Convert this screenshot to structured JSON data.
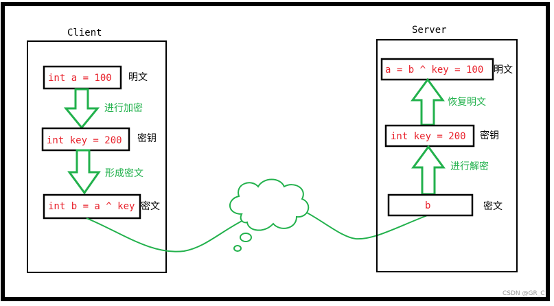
{
  "client": {
    "title": "Client",
    "plain_box": "int a = 100",
    "plain_label": "明文",
    "step1_label": "进行加密",
    "key_box": "int key = 200",
    "key_label": "密钥",
    "step2_label": "形成密文",
    "cipher_box": "int b = a ^ key",
    "cipher_label": "密文"
  },
  "server": {
    "title": "Server",
    "plain_box": "a = b ^ key = 100",
    "plain_label": "明文",
    "step2_label": "恢复明文",
    "key_box": "int key = 200",
    "key_label": "密钥",
    "step1_label": "进行解密",
    "cipher_box": "b",
    "cipher_label": "密文"
  },
  "watermark": "CSDN @GR_C",
  "colors": {
    "border": "#000000",
    "code_text": "#e8202a",
    "arrow_green": "#22b14c",
    "label_green": "#22b14c"
  }
}
